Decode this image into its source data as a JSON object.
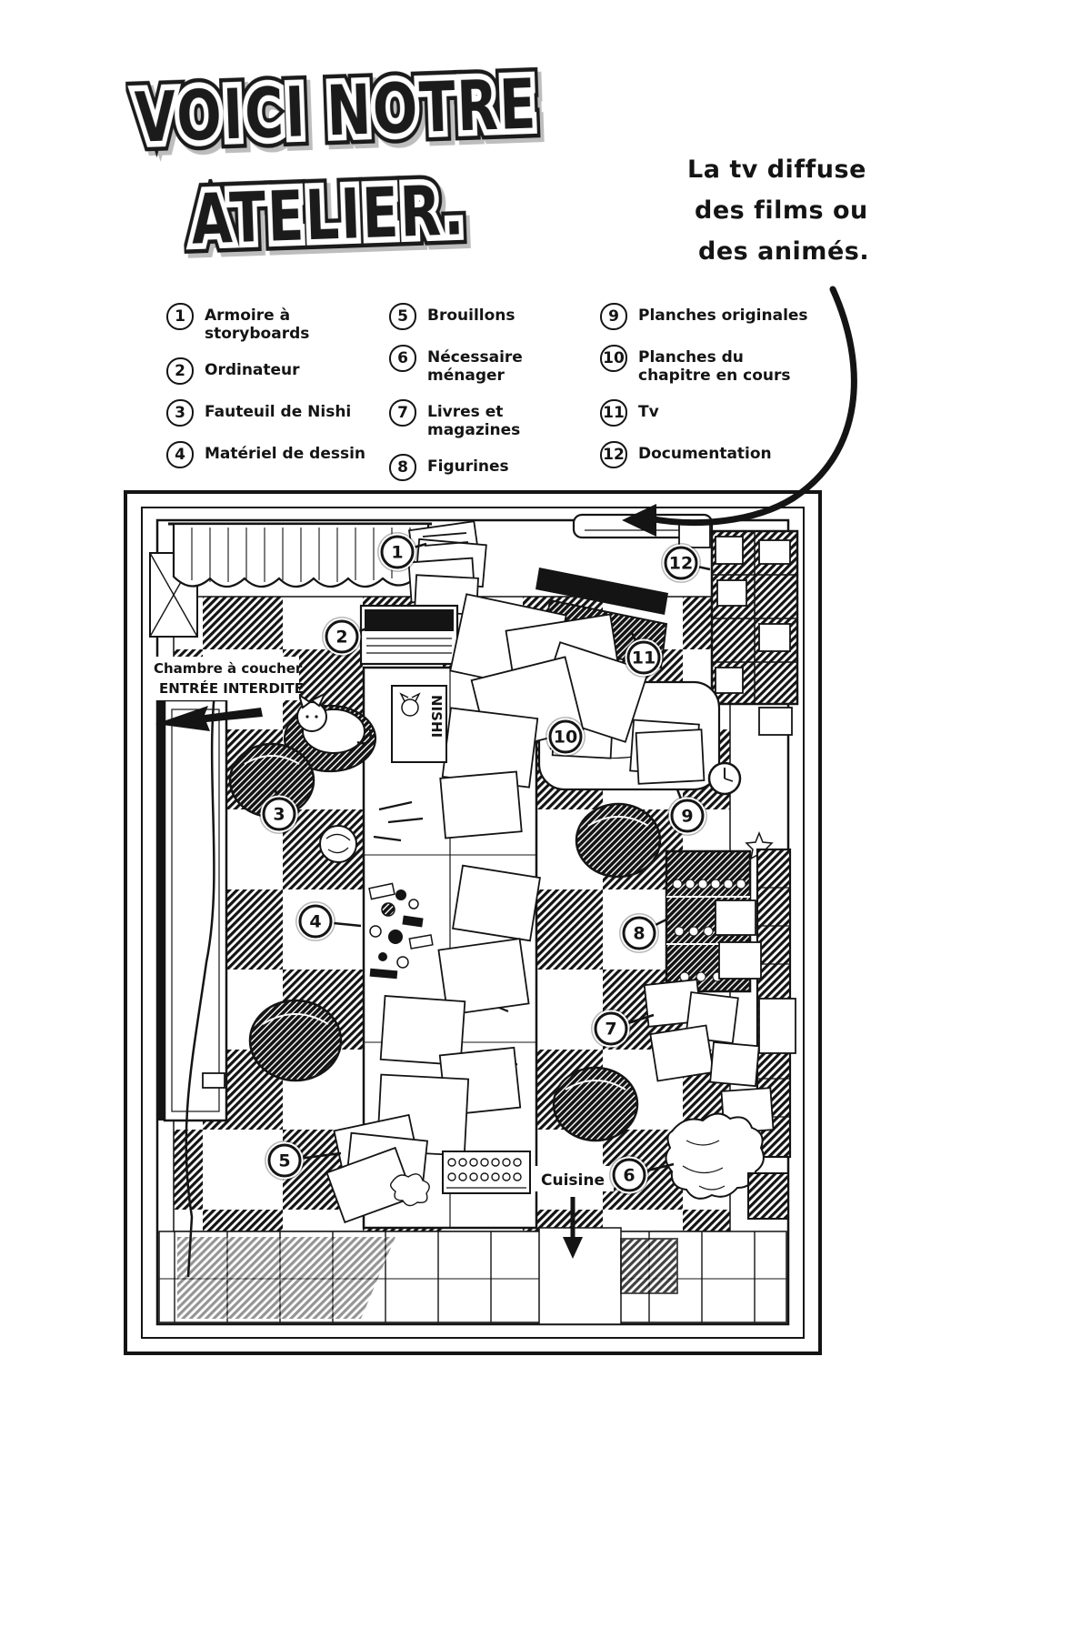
{
  "colors": {
    "ink": "#141414",
    "paper": "#ffffff"
  },
  "title": {
    "line1": "VOICI NOTRE",
    "line2": "ATELIER."
  },
  "note": {
    "line1": "La tv diffuse",
    "line2": "des films ou",
    "line3": "des animés."
  },
  "legend": {
    "items": [
      {
        "num": "1",
        "label": "Armoire à storyboards"
      },
      {
        "num": "2",
        "label": "Ordinateur"
      },
      {
        "num": "3",
        "label": "Fauteuil de Nishi"
      },
      {
        "num": "4",
        "label": "Matériel de dessin"
      },
      {
        "num": "5",
        "label": "Brouillons"
      },
      {
        "num": "6",
        "label": "Nécessaire ménager"
      },
      {
        "num": "7",
        "label": "Livres et magazines"
      },
      {
        "num": "8",
        "label": "Figurines"
      },
      {
        "num": "9",
        "label": "Planches originales"
      },
      {
        "num": "10",
        "label": "Planches du chapitre en cours"
      },
      {
        "num": "11",
        "label": "Tv"
      },
      {
        "num": "12",
        "label": "Documentation"
      }
    ]
  },
  "map": {
    "bedroom_note": {
      "line1": "Chambre à coucher",
      "line2": "ENTRÉE INTERDITE"
    },
    "kitchen_label": "Cuisine",
    "desk_label": "NISHI"
  }
}
